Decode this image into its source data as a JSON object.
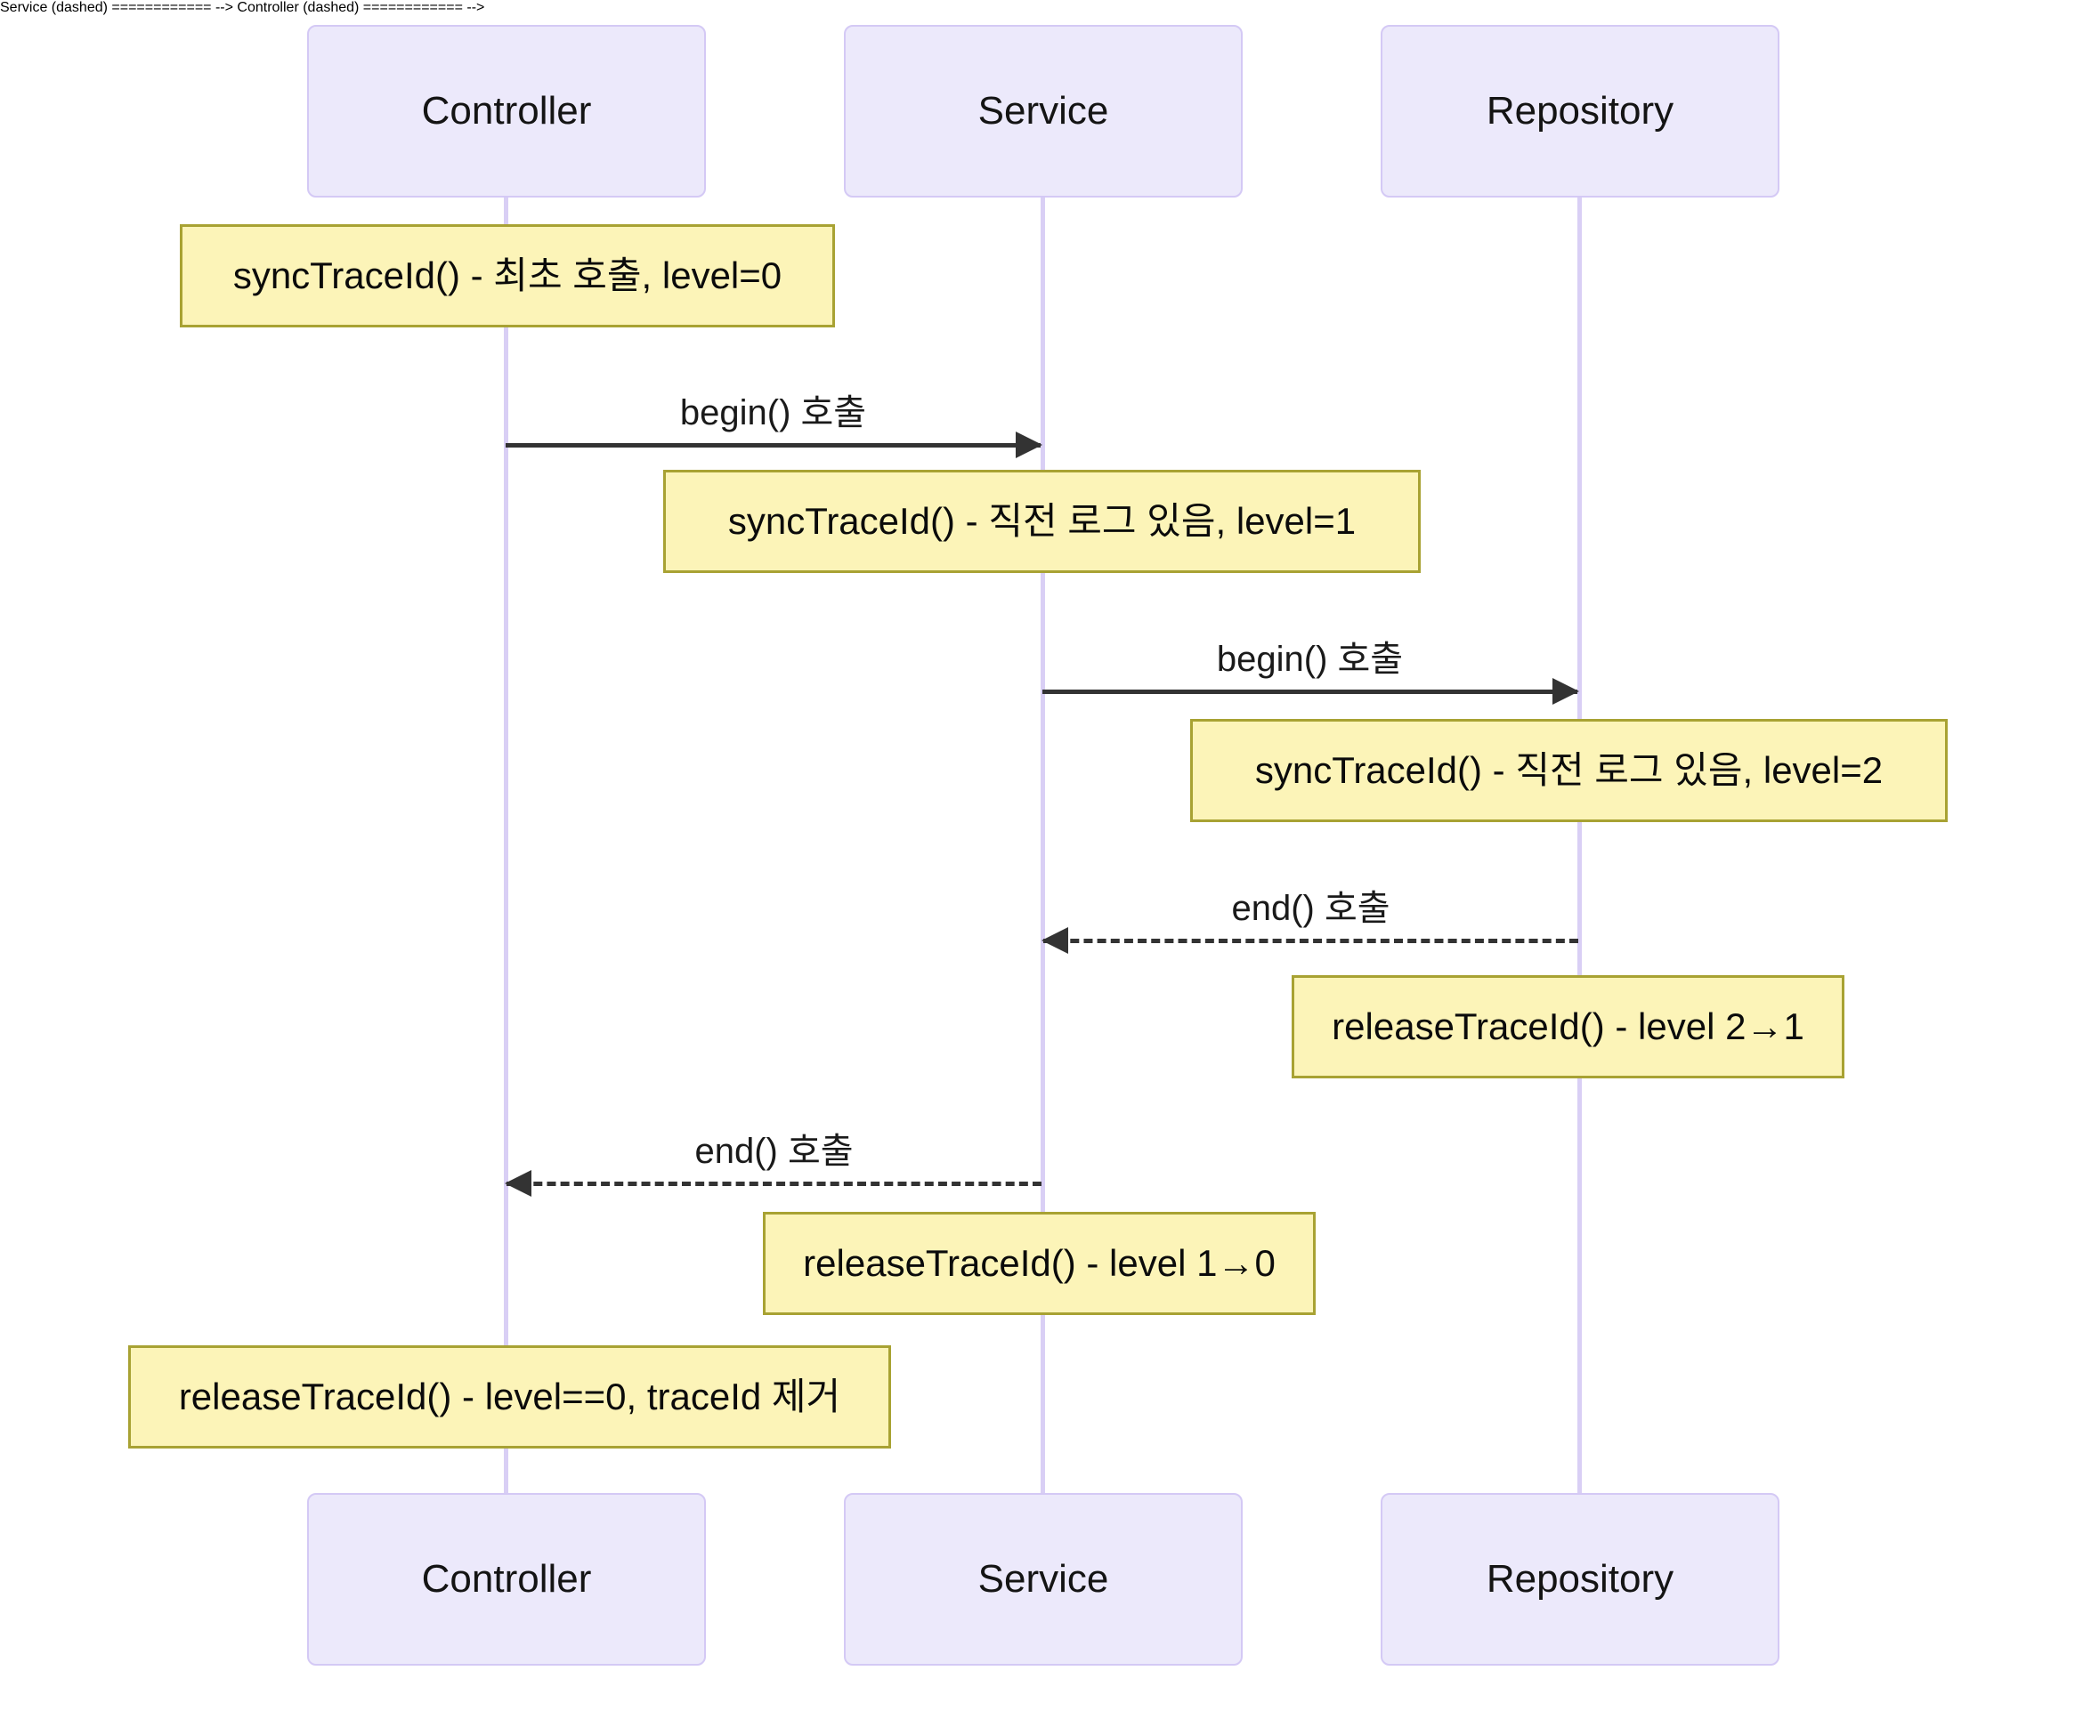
{
  "diagram": {
    "type": "sequence-diagram",
    "colors": {
      "participant_fill": "#ECE9FB",
      "participant_border": "#D4C9F5",
      "lifeline": "#D9CFF5",
      "note_fill": "#FCF4B8",
      "note_border": "#A8A233",
      "message_line": "#333333",
      "background": "#FFFFFF"
    },
    "participants": [
      {
        "id": "controller",
        "label": "Controller"
      },
      {
        "id": "service",
        "label": "Service"
      },
      {
        "id": "repository",
        "label": "Repository"
      }
    ],
    "participants_bottom": [
      {
        "id": "controller",
        "label": "Controller"
      },
      {
        "id": "service",
        "label": "Service"
      },
      {
        "id": "repository",
        "label": "Repository"
      }
    ],
    "notes": [
      {
        "id": "note-1",
        "over": "controller",
        "text": "syncTraceId() - 최초 호출, level=0"
      },
      {
        "id": "note-2",
        "over": "service",
        "text": "syncTraceId() - 직전 로그 있음, level=1"
      },
      {
        "id": "note-3",
        "over": "repository",
        "text": "syncTraceId() - 직전 로그 있음, level=2"
      },
      {
        "id": "note-4",
        "over": "repository",
        "text": "releaseTraceId() - level 2→1"
      },
      {
        "id": "note-5",
        "over": "service",
        "text": "releaseTraceId() - level 1→0"
      },
      {
        "id": "note-6",
        "over": "controller",
        "text": "releaseTraceId() - level==0, traceId 제거"
      }
    ],
    "messages": [
      {
        "id": "msg-1",
        "from": "controller",
        "to": "service",
        "label": "begin() 호출",
        "style": "solid",
        "direction": "right"
      },
      {
        "id": "msg-2",
        "from": "service",
        "to": "repository",
        "label": "begin() 호출",
        "style": "solid",
        "direction": "right"
      },
      {
        "id": "msg-3",
        "from": "repository",
        "to": "service",
        "label": "end() 호출",
        "style": "dashed",
        "direction": "left"
      },
      {
        "id": "msg-4",
        "from": "service",
        "to": "controller",
        "label": "end() 호출",
        "style": "dashed",
        "direction": "left"
      }
    ]
  }
}
